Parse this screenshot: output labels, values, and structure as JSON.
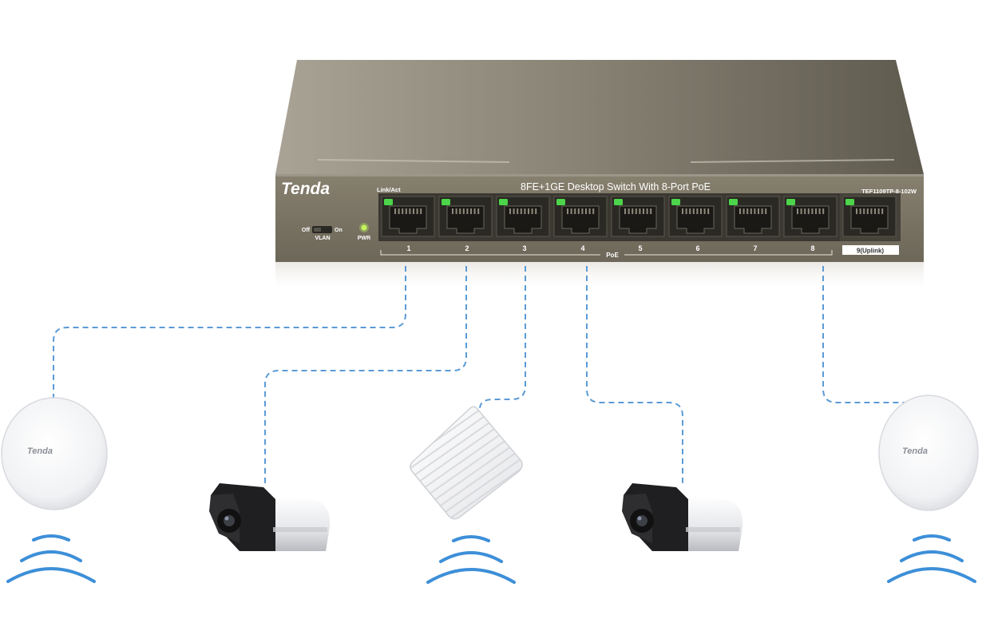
{
  "switch": {
    "brand": "Tenda",
    "title": "8FE+1GE  Desktop Switch With 8-Port PoE",
    "model": "TEF1109TP-8-102W",
    "link_label": "Link/Act",
    "vlan_off": "Off",
    "vlan_on": "On",
    "vlan_label": "VLAN",
    "pwr_label": "PWR",
    "poe_label": "PoE",
    "port_labels": [
      "1",
      "2",
      "3",
      "4",
      "5",
      "6",
      "7",
      "8"
    ],
    "uplink_label": "9(Uplink)"
  },
  "devices": {
    "ap_left_brand": "Tenda",
    "ap_right_brand": "Tenda"
  },
  "colors": {
    "switch_face": "#7a7464",
    "switch_top": "#6e6a5c",
    "led_green": "#4cd44a",
    "link_dashed": "#5b9bd5",
    "wifi_blue": "#3d8fd8"
  }
}
